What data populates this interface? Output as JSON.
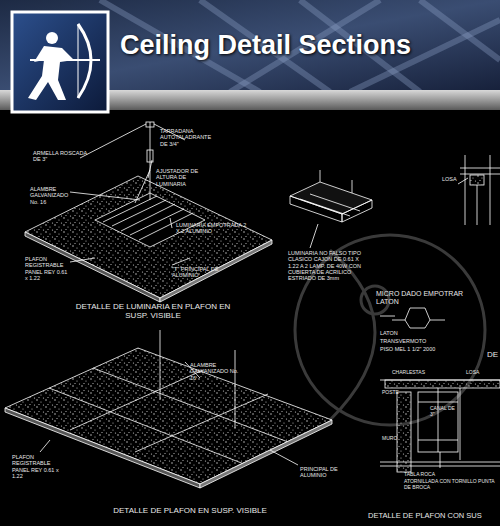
{
  "diagram": {
    "title": "Ceiling Detail Sections",
    "labels": [
      "ARMELLA ROSCADA DE 3\"",
      "TARRADANA AUTOTALADRANTE DE 3/4\"",
      "AJUSTADOR DE ALTURA DE LUMINARIA",
      "ALAMBRE GALVANIZADO No. 16",
      "LUMINARIA EMPOTRADA 2 X 2 ALUMINIO",
      "PLAFON REGISTRABLE PANEL REY 0.61 x 1.22",
      "\"T\" PRINCIPAL DE ALUMINIO",
      "DETALLE DE LUMINARIA EN PLAFON EN SUSP. VISIBLE",
      "LUMINARIA NO FALSO TIPO CLASICO CAJON DE 0.61 X 1.22 A 2 LAMP. DE 40W CON CUBIERTA DE ACRILICO ESTRIADO DE 3mm",
      "LOSA",
      "MICRO DADO EMPOTRAR LATON",
      "LATON",
      "TRANSVERMOTO",
      "PISO MEL 1 1/2\" 2000",
      "DE",
      "CHARLESTAS",
      "LOSA",
      "POSTE",
      "CANAL DE 3\"",
      "MURO",
      "TABLA ROCA",
      "ATORNILLADA CON TORNILLO PUNTA DE BROCA",
      "DETALLE DE PLAFON CON SUS",
      "ALAMBRE GALVANIZADO No. 16",
      "PLAFON REGISTRABLE PANEL REY 0.61 x 1.22",
      "PRINCIPAL DE ALUMINIO",
      "DETALLE DE PLAFON EN SUSP. VISIBLE"
    ]
  }
}
